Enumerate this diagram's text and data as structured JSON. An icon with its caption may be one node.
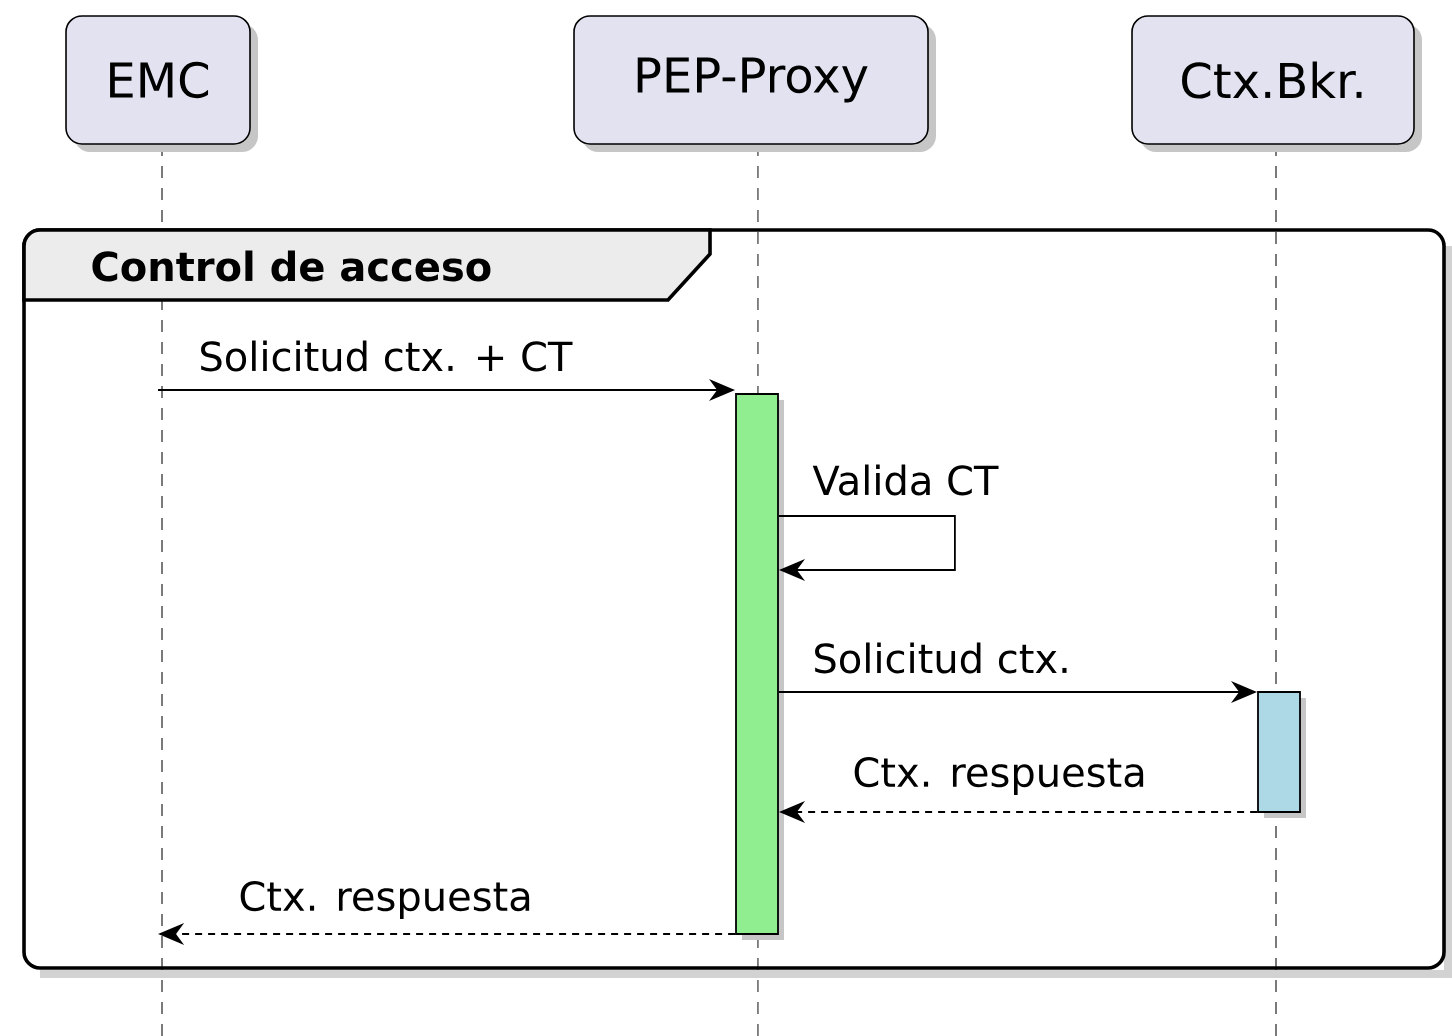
{
  "diagram": {
    "nodes": [
      {
        "text": [
          "EMC"
        ]
      },
      {
        "text": [
          "PEP-Proxy"
        ]
      },
      {
        "text": [
          "Ctx.Bkr."
        ]
      },
      {
        "text": [
          "Control de acceso"
        ]
      },
      {
        "text": [],
        "shape": "bar",
        "in": 3
      },
      {
        "text": [],
        "shape": "bar",
        "in": 3
      }
    ],
    "edges": [
      {
        "from": 0,
        "to": 4,
        "arrow": "to",
        "label": "Solicitud ctx. + CT"
      },
      {
        "from": 4,
        "to": 4,
        "arrow": "to",
        "label": "Valida CT"
      },
      {
        "from": 4,
        "to": 5,
        "arrow": "to",
        "label": "Solicitud ctx."
      },
      {
        "from": 5,
        "to": 4,
        "arrow": "to",
        "label": "Ctx. respuesta",
        "style": "dashed"
      },
      {
        "from": 4,
        "to": 0,
        "arrow": "to",
        "label": "Ctx. respuesta",
        "style": "dashed"
      }
    ]
  }
}
